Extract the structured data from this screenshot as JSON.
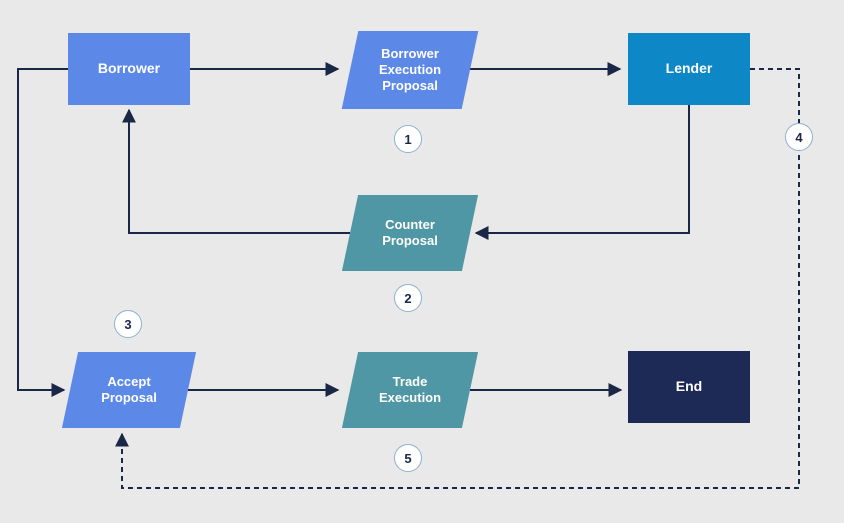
{
  "nodes": {
    "borrower": "Borrower",
    "borrower_execution_proposal": "Borrower Execution Proposal",
    "lender": "Lender",
    "counter_proposal": "Counter Proposal",
    "accept_proposal": "Accept Proposal",
    "trade_execution": "Trade Execution",
    "end": "End"
  },
  "steps": {
    "s1": "1",
    "s2": "2",
    "s3": "3",
    "s4": "4",
    "s5": "5"
  },
  "colors": {
    "background": "#e9e9e9",
    "primary_blue": "#5c88e8",
    "lender_cyan": "#0d87c6",
    "teal": "#4f97a4",
    "end_navy": "#1d2a56",
    "connector": "#1b2747",
    "step_circle_border": "#8fb0d0",
    "step_circle_fill": "#ffffff",
    "node_text": "#ffffff"
  }
}
